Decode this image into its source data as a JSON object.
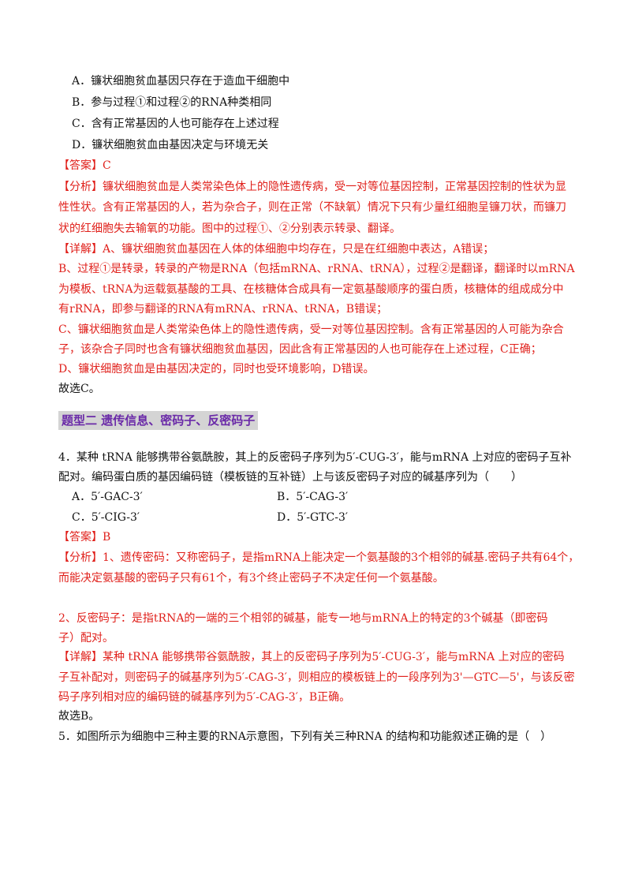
{
  "q3": {
    "options": [
      "A．镰状细胞贫血基因只存在于造血干细胞中",
      "B．参与过程①和过程②的RNA种类相同",
      "C．含有正常基因的人也可能存在上述过程",
      "D．镰状细胞贫血由基因决定与环境无关"
    ],
    "answer_tag": "【答案】",
    "answer": "C",
    "analysis_tag": "【分析】",
    "analysis_lines": [
      "镰状细胞贫血是人类常染色体上的隐性遗传病，受一对等位基因控制，正常基因控制的性状为显",
      "性性状。含有正常基因的人，若为杂合子，则在正常（不缺氧）情况下只有少量红细胞呈镰刀状，而镰刀",
      "状的红细胞失去输氧的功能。图中的过程①、②分别表示转录、翻译。"
    ],
    "detail_tag": "【详解】",
    "detail_lines": [
      "A、镰状细胞贫血基因在人体的体细胞中均存在，只是在红细胞中表达，A错误；",
      "B、过程①是转录，转录的产物是RNA（包括mRNA、rRNA、tRNA），过程②是翻译，翻译时以mRNA",
      "为模板、tRNA为运载氨基酸的工具、在核糖体合成具有一定氨基酸顺序的蛋白质，核糖体的组成成分中",
      "有rRNA，即参与翻译的RNA有mRNA、rRNA、tRNA，B错误；",
      "C、镰状细胞贫血是人类常染色体上的隐性遗传病，受一对等位基因控制。含有正常基因的人可能为杂合",
      "子，该杂合子同时也含有镰状细胞贫血基因，因此含有正常基因的人也可能存在上述过程，C正确；",
      "D、镰状细胞贫血是由基因决定的，同时也受环境影响，D错误。"
    ],
    "conclusion": "故选C。"
  },
  "section_heading": "题型二 遗传信息、密码子、反密码子",
  "q4": {
    "stem_lines": [
      "4．某种 tRNA 能够携带谷氨酰胺，其上的反密码子序列为5′-CUG-3′，能与mRNA 上对应的密码子互补",
      "配对。编码蛋白质的基因编码链（模板链的互补链）上与该反密码子对应的碱基序列为（　　）"
    ],
    "options": [
      "A．5′-GAC-3′",
      "B．5′-CAG-3′",
      "C．5′-CIG-3′",
      "D．5′-GTC-3′"
    ],
    "answer_tag": "【答案】",
    "answer": "B",
    "analysis_tag": "【分析】",
    "analysis_lines": [
      "1、遗传密码：又称密码子，是指mRNA上能决定一个氨基酸的3个相邻的碱基.密码子共有64个，",
      "而能决定氨基酸的密码子只有61个，有3个终止密码子不决定任何一个氨基酸。"
    ],
    "analysis2_lines": [
      "2、反密码子：是指tRNA的一端的三个相邻的碱基，能专一地与mRNA上的特定的3个碱基（即密码",
      "子）配对。"
    ],
    "detail_tag": "【详解】",
    "detail_lines": [
      "某种 tRNA 能够携带谷氨酰胺，其上的反密码子序列为5′-CUG-3′，能与mRNA 上对应的密码",
      "子互补配对，则密码子的碱基序列为5′-CAG-3′，则相应的模板链上的一段序列为3'—GTC—5'，与该反密",
      "码子序列相对应的编码链的碱基序列为5′-CAG-3′，B正确。"
    ],
    "conclusion": "故选B。"
  },
  "q5": {
    "stem": "5．如图所示为细胞中三种主要的RNA示意图，下列有关三种RNA 的结构和功能叙述正确的是（　）"
  }
}
